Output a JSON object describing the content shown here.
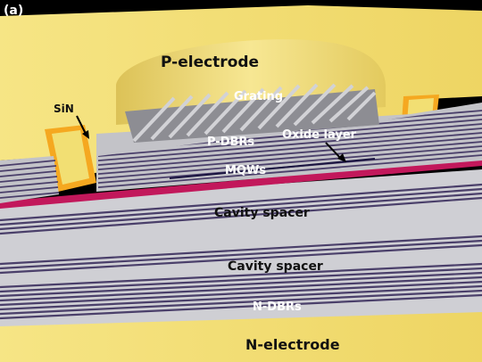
{
  "panel_label": "(a)",
  "labels": {
    "p_electrode": "P-electrode",
    "grating": "Grating",
    "sin": "SiN",
    "p_dbrs": "P-DBRs",
    "oxide_layer": "Oxide layer",
    "mqws": "MQWs",
    "cavity_spacer_1": "Cavity spacer",
    "cavity_spacer_2": "Cavity spacer",
    "n_dbrs": "N-DBRs",
    "n_electrode": "N-electrode"
  },
  "colors": {
    "background": "#000000",
    "electrode_gold": "#f2df73",
    "electrode_gold_dark": "#e3c65a",
    "sin_orange": "#f5a820",
    "dbr_gray": "#c3c3c8",
    "dbr_dark": "#4a3f6a",
    "spacer_gray": "#cfcfd4",
    "mqw_magenta": "#c2185b",
    "grating_gray": "#9a9aa0"
  }
}
